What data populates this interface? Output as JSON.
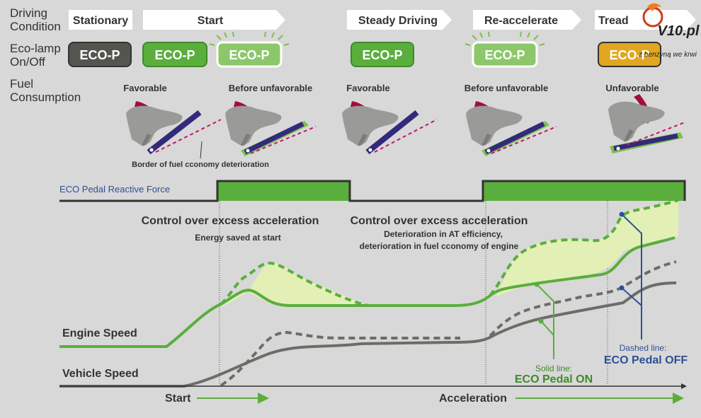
{
  "rows": {
    "driving_condition": "Driving\nCondition",
    "eco_lamp": "Eco-lamp\nOn/Off",
    "fuel_consumption": "Fuel\nConsumption"
  },
  "conditions": [
    "Stationary",
    "Start",
    "Steady Driving",
    "Re-accelerate",
    "Tread"
  ],
  "lamp_label": "ECO-P",
  "fuel_states": [
    "Favorable",
    "Before unfavorable",
    "Favorable",
    "Before unfavorable",
    "Unfavorable"
  ],
  "border_note": "Border of fuel cconomy deterioration",
  "reactive_force_label": "ECO Pedal Reactive Force",
  "control_title_1": "Control over excess acceleration",
  "control_note_1": "Energy saved at start",
  "control_title_2": "Control over excess acceleration",
  "control_note_2a": "Deterioration in AT efficiency,",
  "control_note_2b": "deterioration in fuel cconomy of engine",
  "engine_speed": "Engine Speed",
  "vehicle_speed": "Vehicle Speed",
  "solid_line": "Solid line:",
  "eco_on": "ECO Pedal ON",
  "dashed_line": "Dashed line:",
  "eco_off": "ECO Pedal OFF",
  "start_label": "Start",
  "accel_label": "Acceleration",
  "watermark": {
    "brand": "V10.pl",
    "tagline": "z benzyną we krwi"
  },
  "colors": {
    "green": "#5aae3c",
    "light_green": "#e2f0b6",
    "dark_gray": "#555550",
    "amber": "#e2a620",
    "pedal_purple": "#322a7a",
    "arrow_red": "#a0103a",
    "blue": "#2e4f96"
  }
}
